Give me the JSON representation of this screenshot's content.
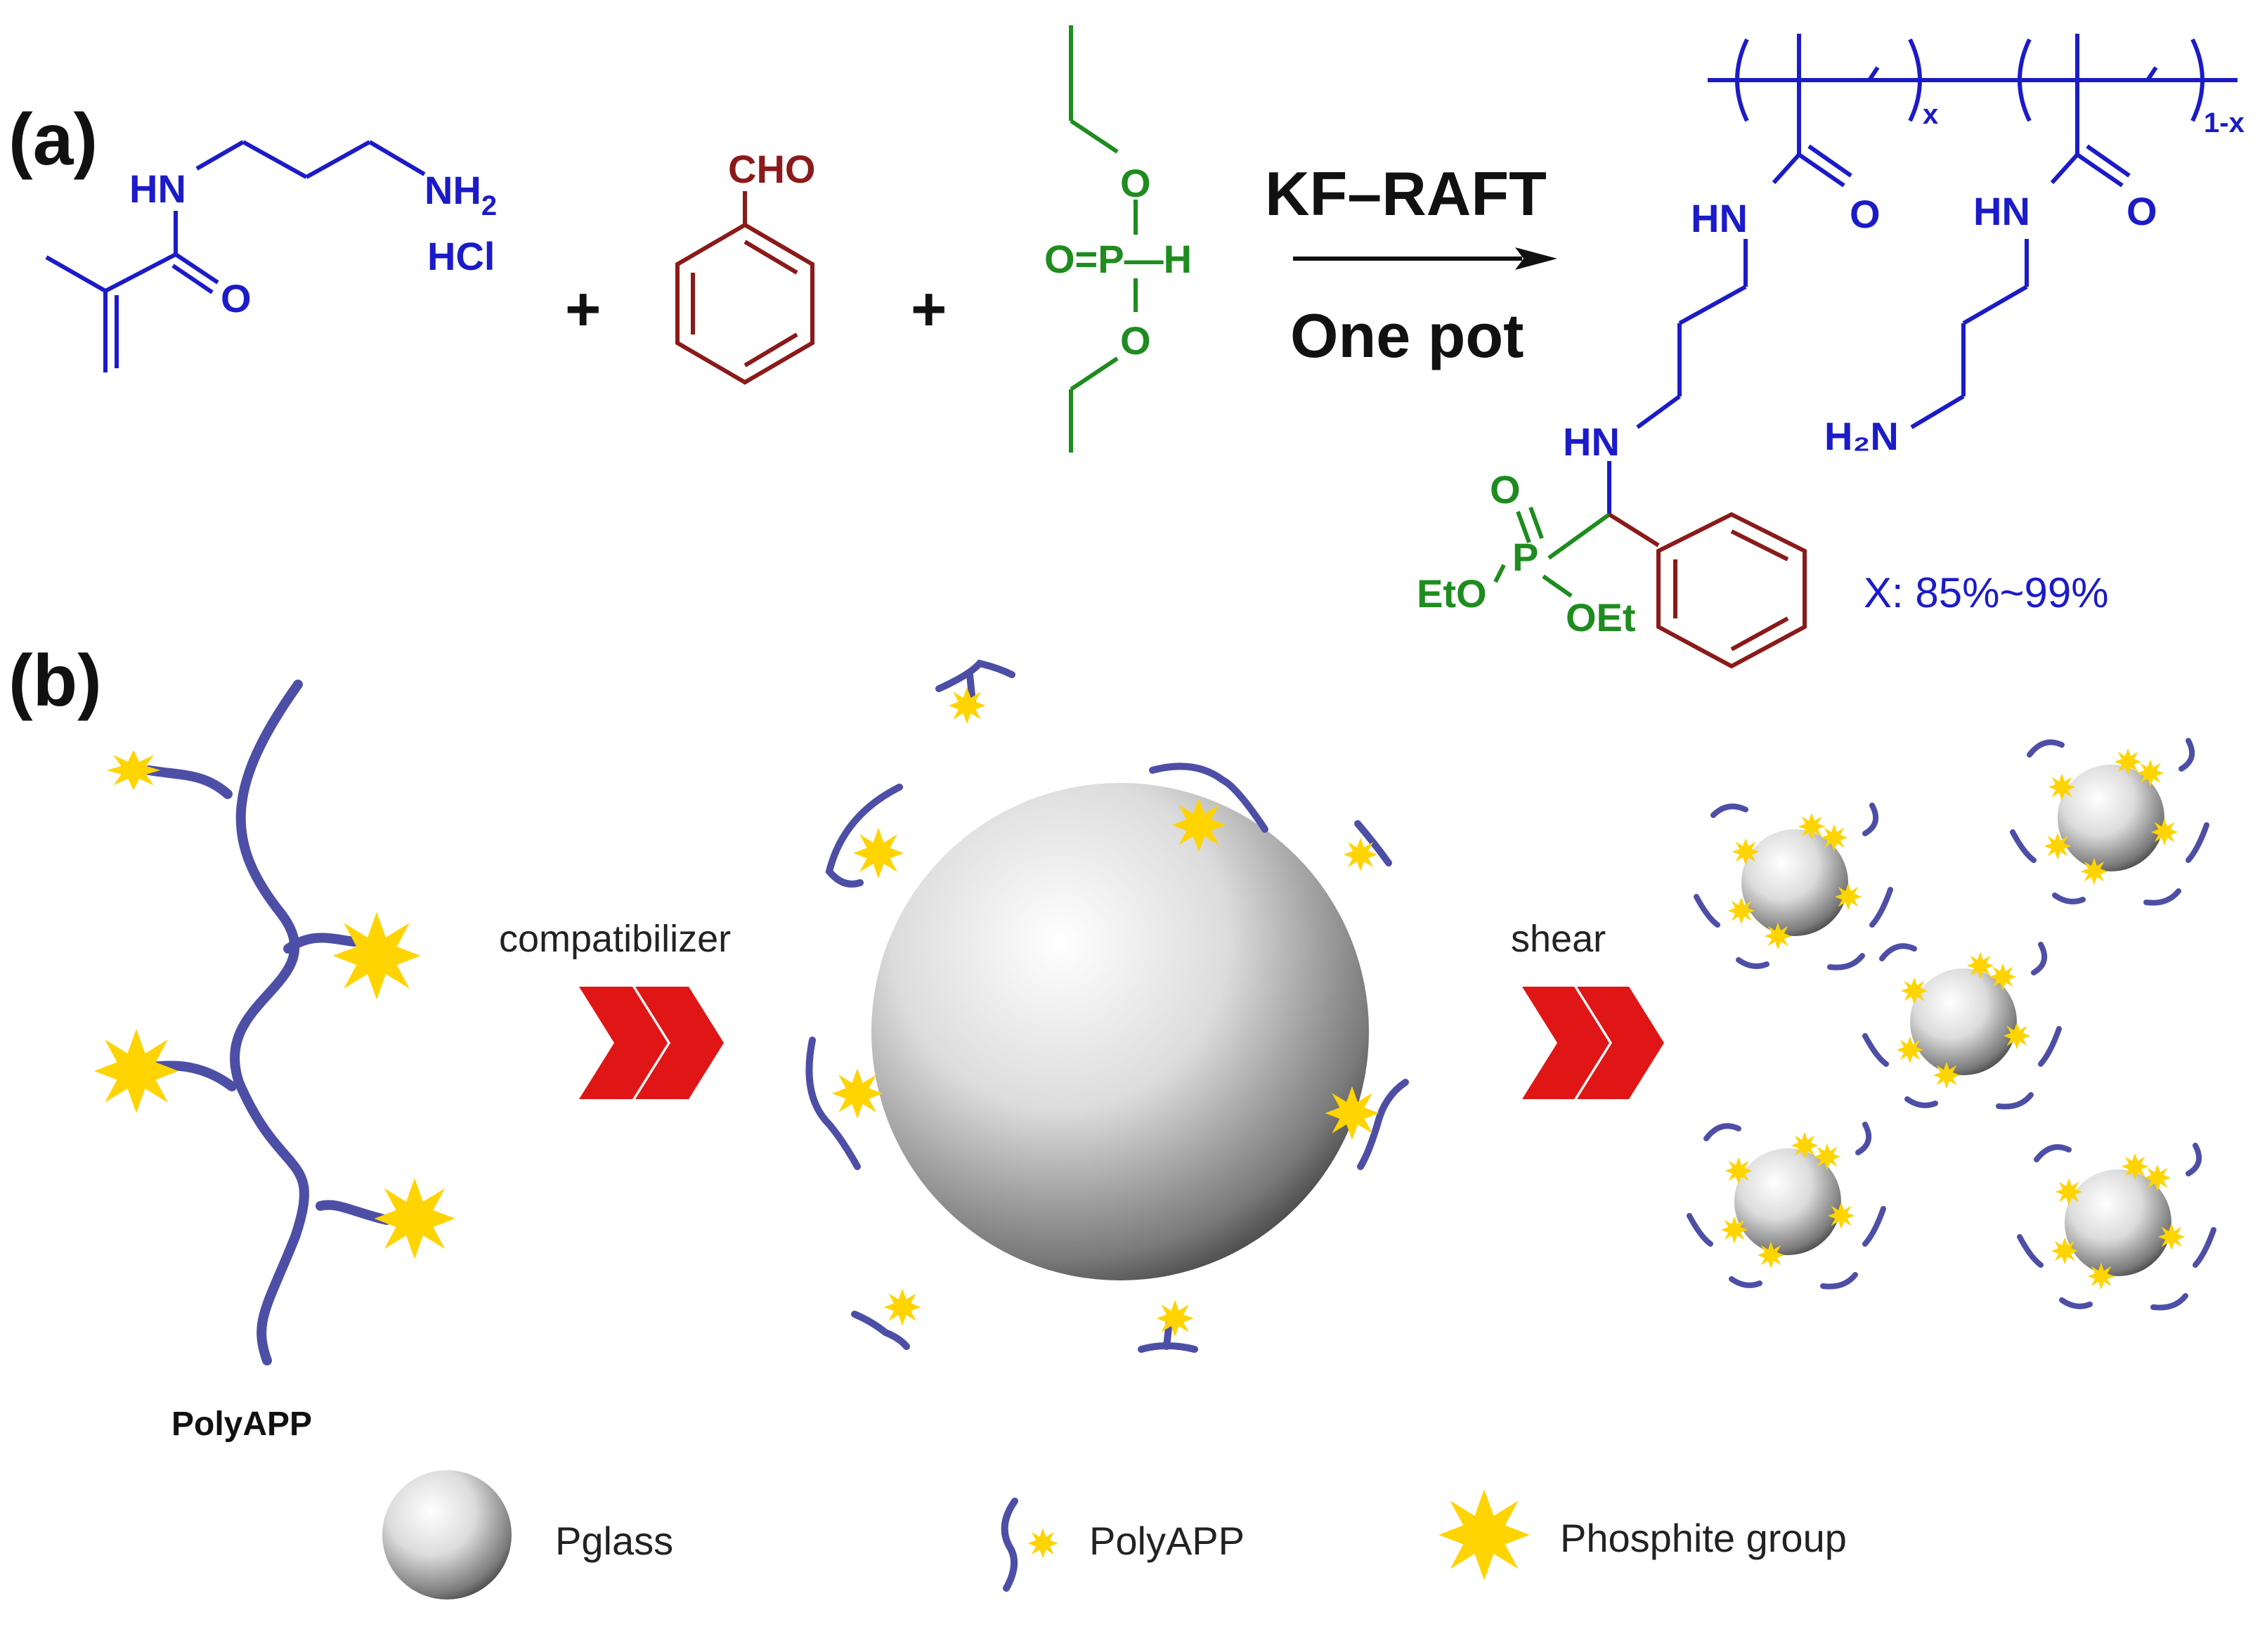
{
  "panel_a": {
    "label": "(a)",
    "reactant1": {
      "nh": "HN",
      "nh2": "NH",
      "nh2_sub": "2",
      "hcl": "HCl",
      "o": "O"
    },
    "plus": "+",
    "reactant2": {
      "cho": "CHO"
    },
    "reactant3": {
      "o_top": "O",
      "o_bottom": "O",
      "p_line": "O=P—H"
    },
    "arrow": {
      "top": "KF–RAFT",
      "bottom": "One pot"
    },
    "product": {
      "sub_x": "x",
      "sub_1x": "1-x",
      "hn1": "HN",
      "o1": "O",
      "hn2": "HN",
      "o2": "O",
      "hn3": "HN",
      "h2n": "H₂N",
      "p": "P",
      "po": "O",
      "eto": "EtO",
      "oet": "OEt",
      "ratio": "X: 85%~99%"
    }
  },
  "panel_b": {
    "label": "(b)",
    "polymer_label": "PolyAPP",
    "step1": "compatibilizer",
    "step2": "shear"
  },
  "legend": {
    "items": [
      {
        "label": "Pglass",
        "icon": "sphere-icon"
      },
      {
        "label": "PolyAPP",
        "icon": "polymer-chain-icon"
      },
      {
        "label": "Phosphite group",
        "icon": "starburst-icon"
      }
    ]
  },
  "colors": {
    "monomer_blue": "#1b1bc8",
    "aldehyde_red": "#8b1a1a",
    "phosphite_green": "#1e8c1e",
    "chain_purple": "#4d4fa6",
    "star_yellow": "#ffd400",
    "chevron_red": "#e01616"
  }
}
